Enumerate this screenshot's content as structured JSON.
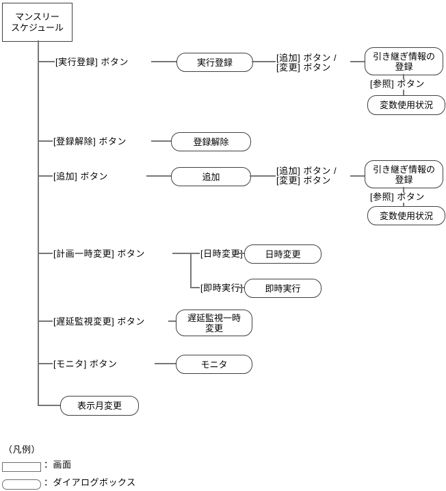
{
  "diagram": {
    "root": {
      "label": "マンスリー\nスケジュール"
    },
    "rows": {
      "r1": {
        "button": "[実行登録] ボタン",
        "dialog": "実行登録",
        "next_buttons": "[追加] ボタン /\n[変更] ボタン",
        "next_dialog": "引き継ぎ情報の\n登録",
        "ref_button": "[参照] ボタン",
        "ref_dialog": "変数使用状況"
      },
      "r2": {
        "button": "[登録解除] ボタン",
        "dialog": "登録解除"
      },
      "r3": {
        "button": "[追加] ボタン",
        "dialog": "追加",
        "next_buttons": "[追加] ボタン /\n[変更] ボタン",
        "next_dialog": "引き継ぎ情報の\n登録",
        "ref_button": "[参照] ボタン",
        "ref_dialog": "変数使用状況"
      },
      "r4": {
        "button": "[計画一時変更] ボタン",
        "sub1_label": "[日時変更]",
        "sub1_dialog": "日時変更",
        "sub2_label": "[即時実行]",
        "sub2_dialog": "即時実行"
      },
      "r5": {
        "button": "[遅延監視変更] ボタン",
        "dialog": "遅延監視一時\n変更"
      },
      "r6": {
        "button": "[モニタ] ボタン",
        "dialog": "モニタ"
      },
      "r7": {
        "dialog": "表示月変更"
      }
    },
    "legend": {
      "title": "（凡例）",
      "screen_label": "：画面",
      "dialog_label": "：ダイアログボックス"
    }
  }
}
